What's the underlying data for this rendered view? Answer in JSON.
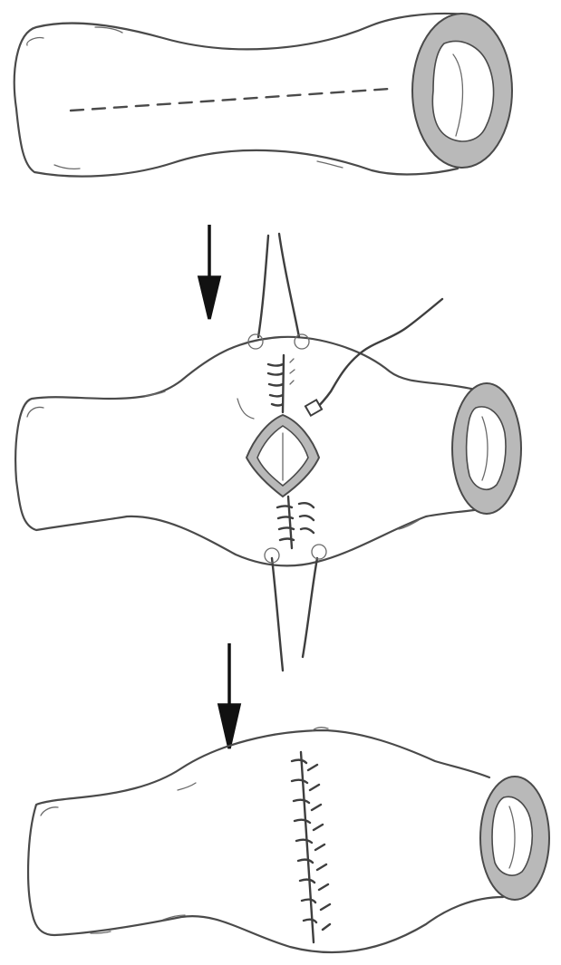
{
  "figure": {
    "stages": [
      {
        "id": "stage-1",
        "depicts": "tubular-segment-with-dashed-incision-line"
      },
      {
        "id": "stage-2",
        "depicts": "opened-segment-with-stay-sutures-and-suturing"
      },
      {
        "id": "stage-3",
        "depicts": "widened-segment-closed-with-interrupted-sutures"
      }
    ],
    "arrows": 2,
    "colors": {
      "ink": "#4a4a4a",
      "wall": "#b9b9b9",
      "background": "#ffffff",
      "arrow": "#111111"
    }
  }
}
